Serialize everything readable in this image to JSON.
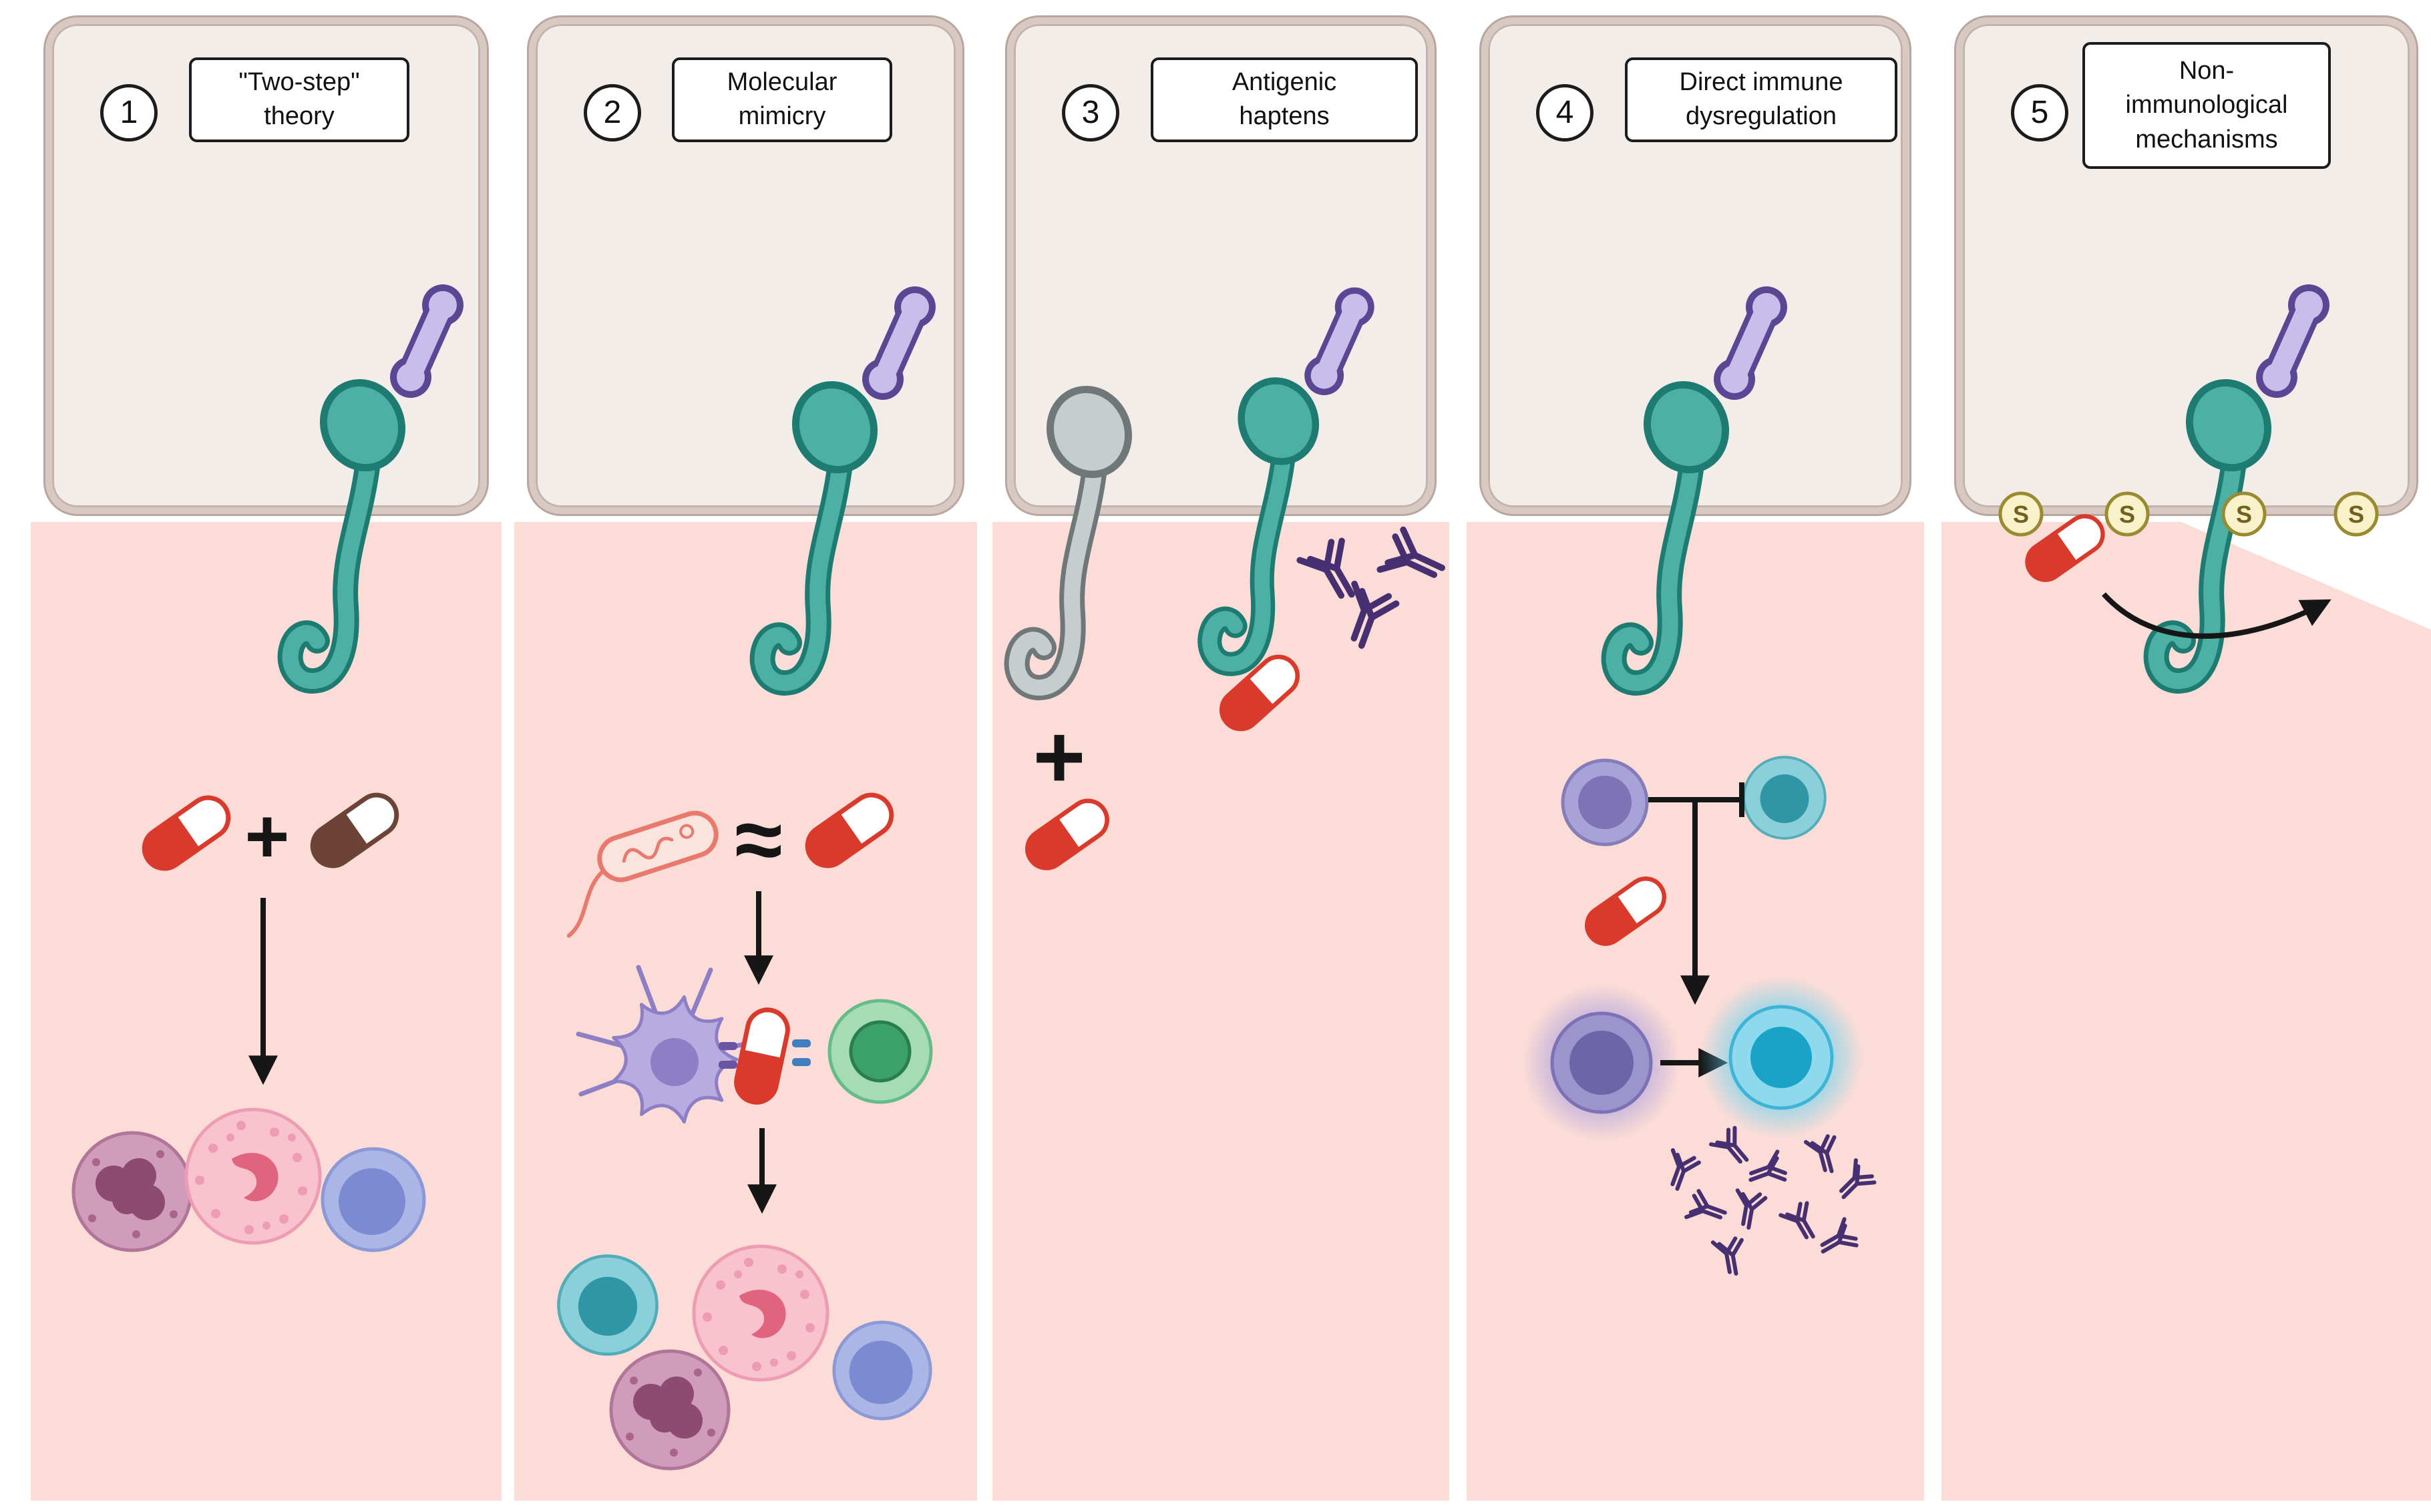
{
  "figure": {
    "panels": [
      {
        "number": "1",
        "label_lines": [
          "\"Two-step\"",
          "theory"
        ]
      },
      {
        "number": "2",
        "label_lines": [
          "Molecular",
          "mimicry"
        ]
      },
      {
        "number": "3",
        "label_lines": [
          "Antigenic",
          "haptens"
        ]
      },
      {
        "number": "4",
        "label_lines": [
          "Direct immune",
          "dysregulation"
        ]
      },
      {
        "number": "5",
        "label_lines": [
          "Non-",
          "immunological",
          "mechanisms"
        ]
      }
    ],
    "glyphs": {
      "plus": "+",
      "approx": "≈",
      "sebum": "S"
    },
    "colors": {
      "dermis_pink": "#fcdcd6",
      "epidermis_fill": "#f3edea",
      "epidermis_border": "#c9b7b0",
      "follicle_teal": "#4db0a4",
      "follicle_outline": "#1d7b72",
      "hair_shaft_purple": "#c9bdec",
      "drug_capsule_red": "#d93a2b",
      "capsule_brown": "#6d4337",
      "bacterium_red": "#e8796d",
      "antibody_purple": "#473072",
      "dendritic_cell_purple": "#b7abdf",
      "t_cell_green": "#a5dcb4",
      "eosinophil_pink": "#f8c3cf",
      "neutrophil_mauve": "#cf9cba",
      "lymphocyte_blue": "#aab6e6",
      "nk_cell_teal": "#8bd0d9",
      "glow_cyan": "#5fd2f0",
      "glow_purple": "#a79ee0",
      "sebum_yellow": "#f8f1c9",
      "inactive_gray": "#c7cccc"
    }
  }
}
